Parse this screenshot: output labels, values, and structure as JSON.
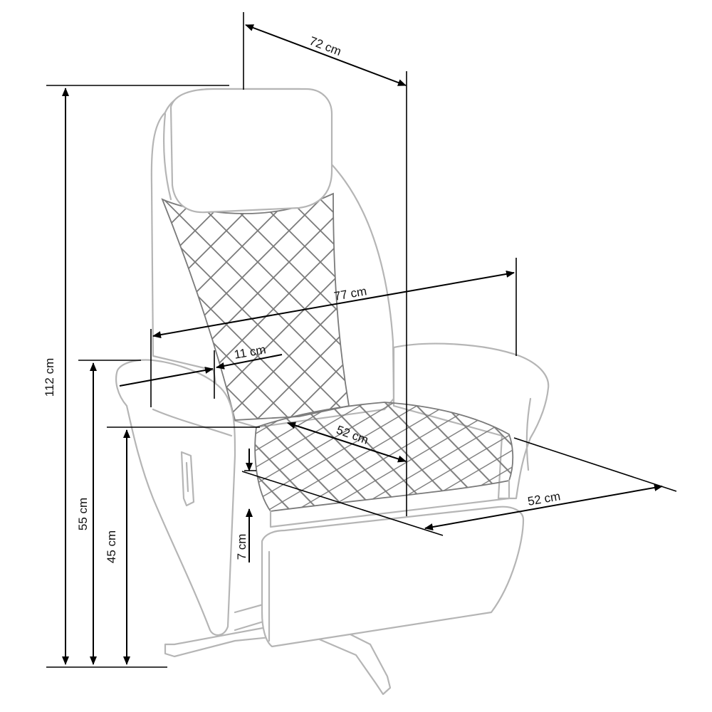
{
  "dimensions": {
    "total_height": "112 cm",
    "armrest_height": "55 cm",
    "seat_height": "45 cm",
    "seat_cushion_thickness": "7 cm",
    "depth": "72 cm",
    "total_width": "77 cm",
    "armrest_width": "11 cm",
    "seat_depth": "52 cm",
    "footrest_length": "52 cm"
  },
  "colors": {
    "outline": "#b5b5b5",
    "dimension_lines": "#000000"
  }
}
